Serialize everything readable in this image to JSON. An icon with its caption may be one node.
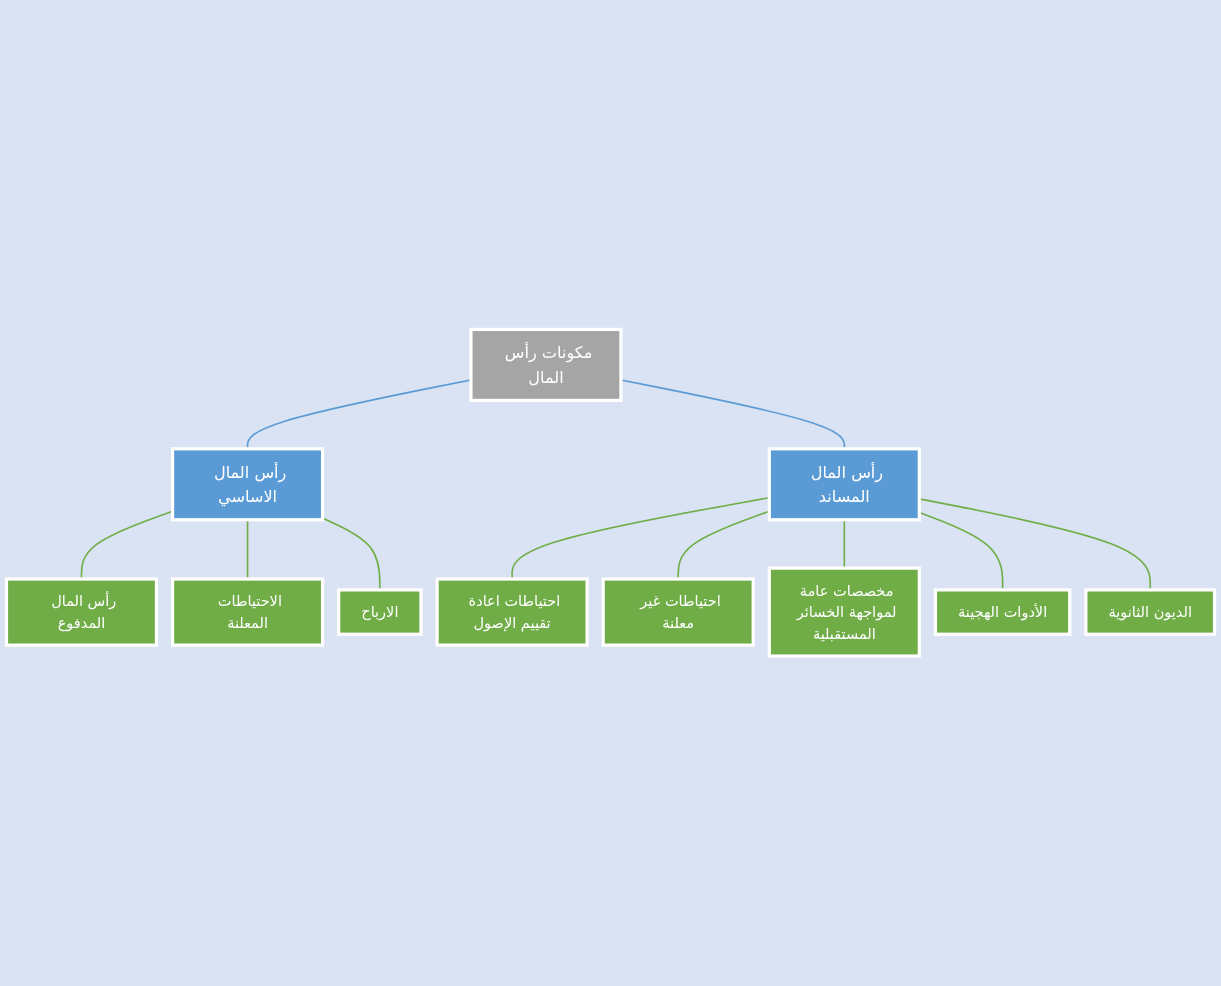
{
  "diagram": {
    "nodes": [
      {
        "text": [
          "مكونات رأس المال"
        ]
      },
      {
        "text": [
          "رأس المال الاساسي"
        ]
      },
      {
        "text": [
          "رأس المال المدفوع"
        ]
      },
      {
        "text": [
          "الاحتياطات المعلنة"
        ]
      },
      {
        "text": [
          "الارباح"
        ]
      },
      {
        "text": [
          "رأس المال المساند"
        ]
      },
      {
        "text": [
          "احتياطات اعادة تقييم الإصول"
        ]
      },
      {
        "text": [
          "احتياطات غير معلنة"
        ]
      },
      {
        "text": [
          "مخصصات عامة لمواجهة الخسائر المستقبلية"
        ]
      },
      {
        "text": [
          "الأدوات الهجينة"
        ]
      },
      {
        "text": [
          "الديون الثانوية"
        ]
      }
    ],
    "edges": [
      {
        "from": 0,
        "to": 1,
        "arrow": "none",
        "color": "#5b9bd5"
      },
      {
        "from": 0,
        "to": 5,
        "arrow": "none",
        "color": "#5b9bd5"
      },
      {
        "from": 1,
        "to": 2,
        "arrow": "none"
      },
      {
        "from": 1,
        "to": 3,
        "arrow": "none"
      },
      {
        "from": 1,
        "to": 4,
        "arrow": "none"
      },
      {
        "from": 5,
        "to": 6,
        "arrow": "none"
      },
      {
        "from": 5,
        "to": 7,
        "arrow": "none"
      },
      {
        "from": 5,
        "to": 8,
        "arrow": "none"
      },
      {
        "from": 5,
        "to": 9,
        "arrow": "none"
      },
      {
        "from": 5,
        "to": 10,
        "arrow": "none"
      }
    ]
  }
}
